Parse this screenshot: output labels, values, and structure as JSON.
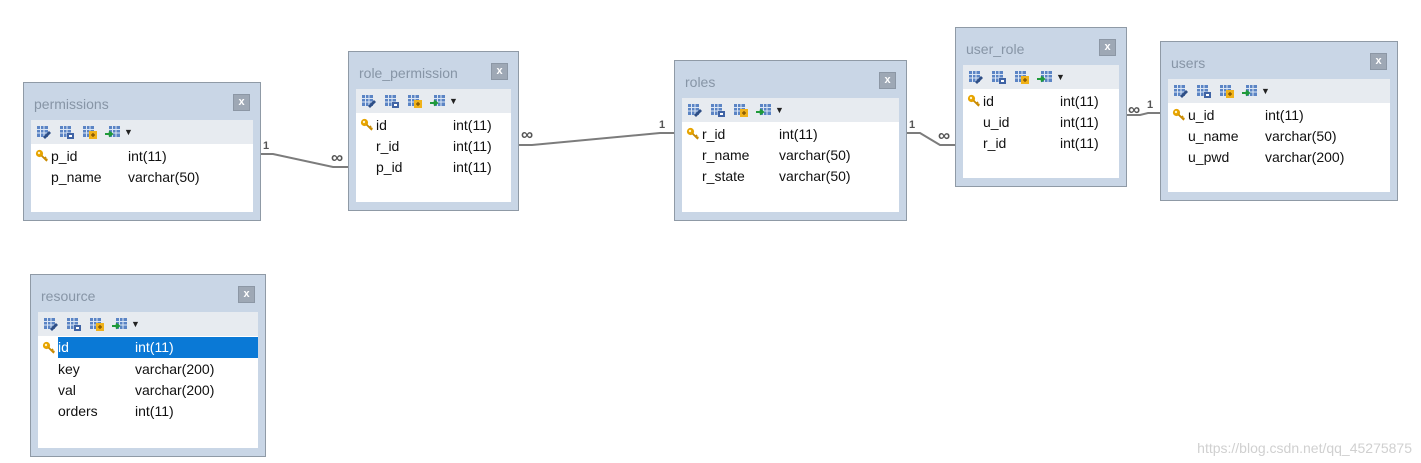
{
  "tables": {
    "permissions": {
      "title": "permissions",
      "columns": [
        {
          "key": true,
          "name": "p_id",
          "type": "int(11)"
        },
        {
          "key": false,
          "name": "p_name",
          "type": "varchar(50)"
        }
      ]
    },
    "role_permission": {
      "title": "role_permission",
      "columns": [
        {
          "key": true,
          "name": "id",
          "type": "int(11)"
        },
        {
          "key": false,
          "name": "r_id",
          "type": "int(11)"
        },
        {
          "key": false,
          "name": "p_id",
          "type": "int(11)"
        }
      ]
    },
    "roles": {
      "title": "roles",
      "columns": [
        {
          "key": true,
          "name": "r_id",
          "type": "int(11)"
        },
        {
          "key": false,
          "name": "r_name",
          "type": "varchar(50)"
        },
        {
          "key": false,
          "name": "r_state",
          "type": "varchar(50)"
        }
      ]
    },
    "user_role": {
      "title": "user_role",
      "columns": [
        {
          "key": true,
          "name": "id",
          "type": "int(11)"
        },
        {
          "key": false,
          "name": "u_id",
          "type": "int(11)"
        },
        {
          "key": false,
          "name": "r_id",
          "type": "int(11)"
        }
      ]
    },
    "users": {
      "title": "users",
      "columns": [
        {
          "key": true,
          "name": "u_id",
          "type": "int(11)"
        },
        {
          "key": false,
          "name": "u_name",
          "type": "varchar(50)"
        },
        {
          "key": false,
          "name": "u_pwd",
          "type": "varchar(200)"
        }
      ]
    },
    "resource": {
      "title": "resource",
      "columns": [
        {
          "key": true,
          "name": "id",
          "type": "int(11)",
          "selected": true
        },
        {
          "key": false,
          "name": "key",
          "type": "varchar(200)"
        },
        {
          "key": false,
          "name": "val",
          "type": "varchar(200)"
        },
        {
          "key": false,
          "name": "orders",
          "type": "int(11)"
        }
      ]
    }
  },
  "close_label": "x",
  "relations": {
    "permissions_role_permission": {
      "one": "1",
      "many": "∞"
    },
    "role_permission_roles": {
      "one": "1",
      "many": "∞"
    },
    "roles_user_role": {
      "one": "1",
      "many": "∞"
    },
    "user_role_users": {
      "one": "1",
      "many": "∞"
    }
  },
  "colors": {
    "frame": "#c9d6e6",
    "toolbar": "#e7ebf0",
    "selected_row": "#0a79d6",
    "key_icon": "#e7a400"
  },
  "icons": [
    "table-design-icon",
    "table-open-icon",
    "table-export-icon",
    "table-import-icon",
    "dropdown-caret-icon",
    "primary-key-icon"
  ],
  "watermark": "https://blog.csdn.net/qq_45275875"
}
